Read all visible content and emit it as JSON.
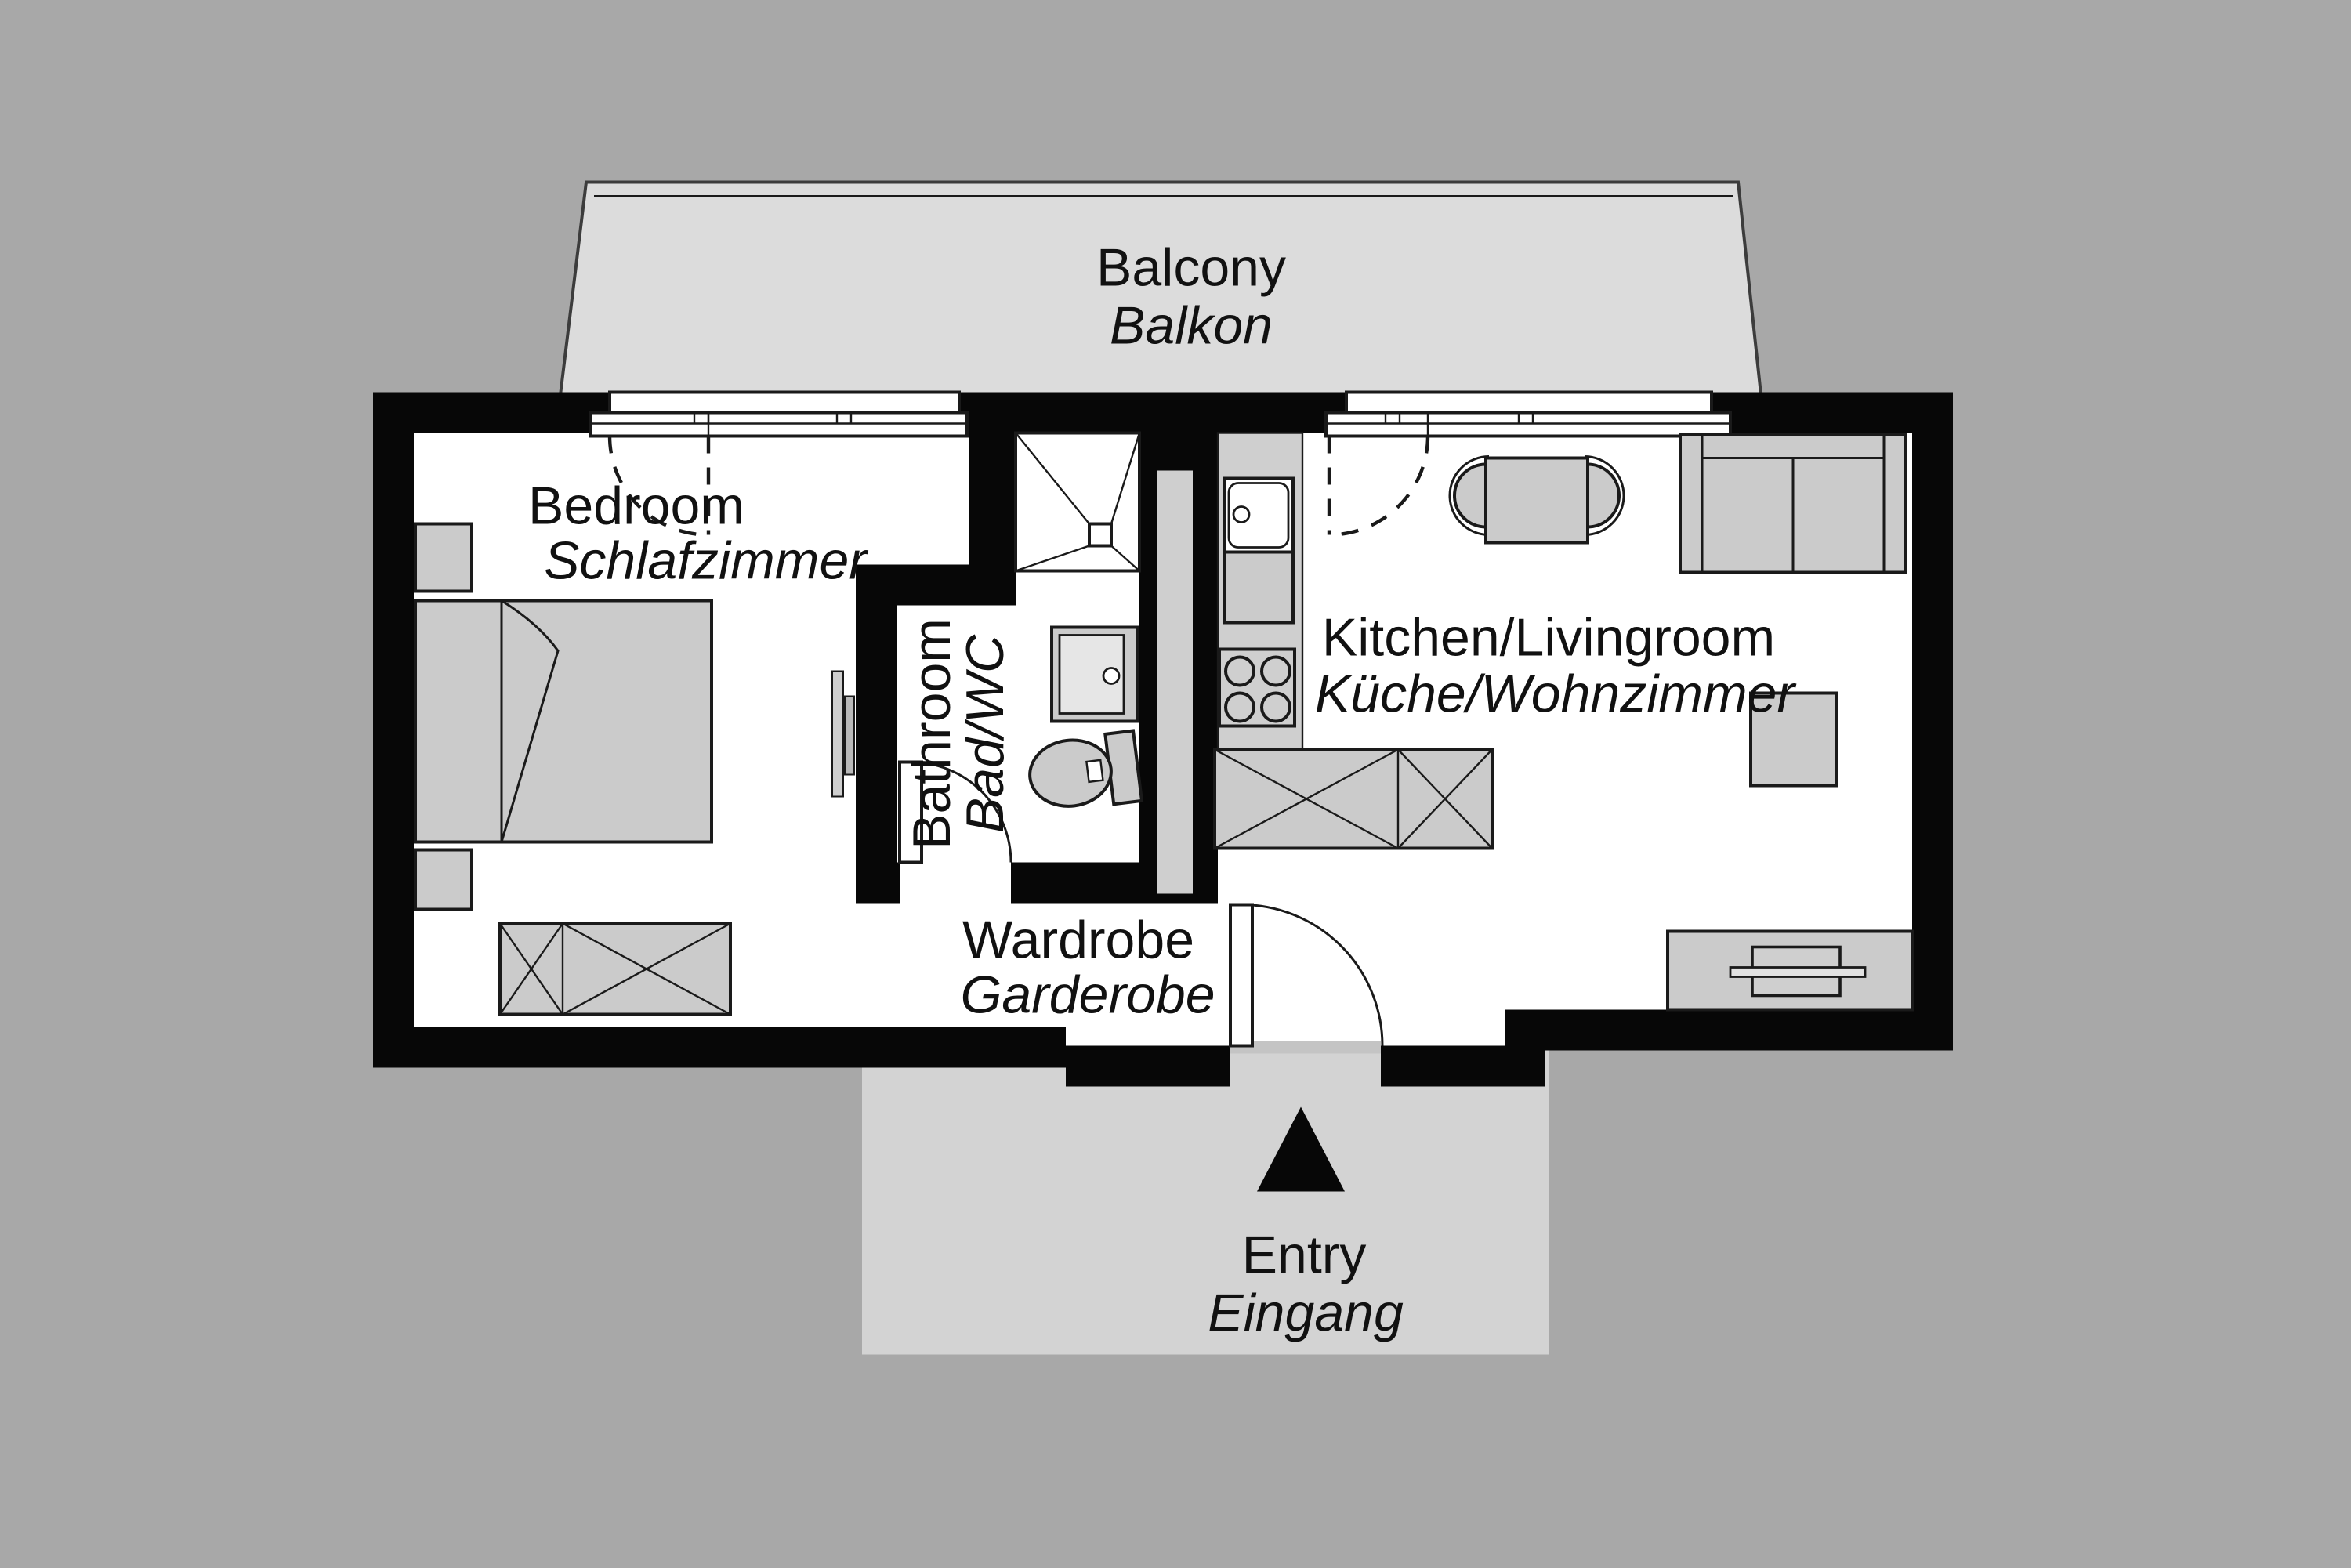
{
  "title": "Apartment floor plan",
  "rooms": {
    "balcony": {
      "en": "Balcony",
      "de": "Balkon"
    },
    "bedroom": {
      "en": "Bedroom",
      "de": "Schlafzimmer"
    },
    "bathroom": {
      "en": "Bathroom",
      "de": "Bad/WC"
    },
    "kitchen": {
      "en": "Kitchen/Livingroom",
      "de": "Küche/Wohnzimmer"
    },
    "wardrobe": {
      "en": "Wardrobe",
      "de": "Garderobe"
    },
    "entry": {
      "en": "Entry",
      "de": "Eingang"
    }
  },
  "colors": {
    "background": "#a8a8a8",
    "balcony": "#dcdcdc",
    "porch": "#d3d3d3",
    "wall": "#070707",
    "floor": "#ffffff",
    "furniture": "#cbcbcb",
    "counter": "#cfcfcf",
    "outline": "#1a1a1a",
    "text": "#111111"
  }
}
